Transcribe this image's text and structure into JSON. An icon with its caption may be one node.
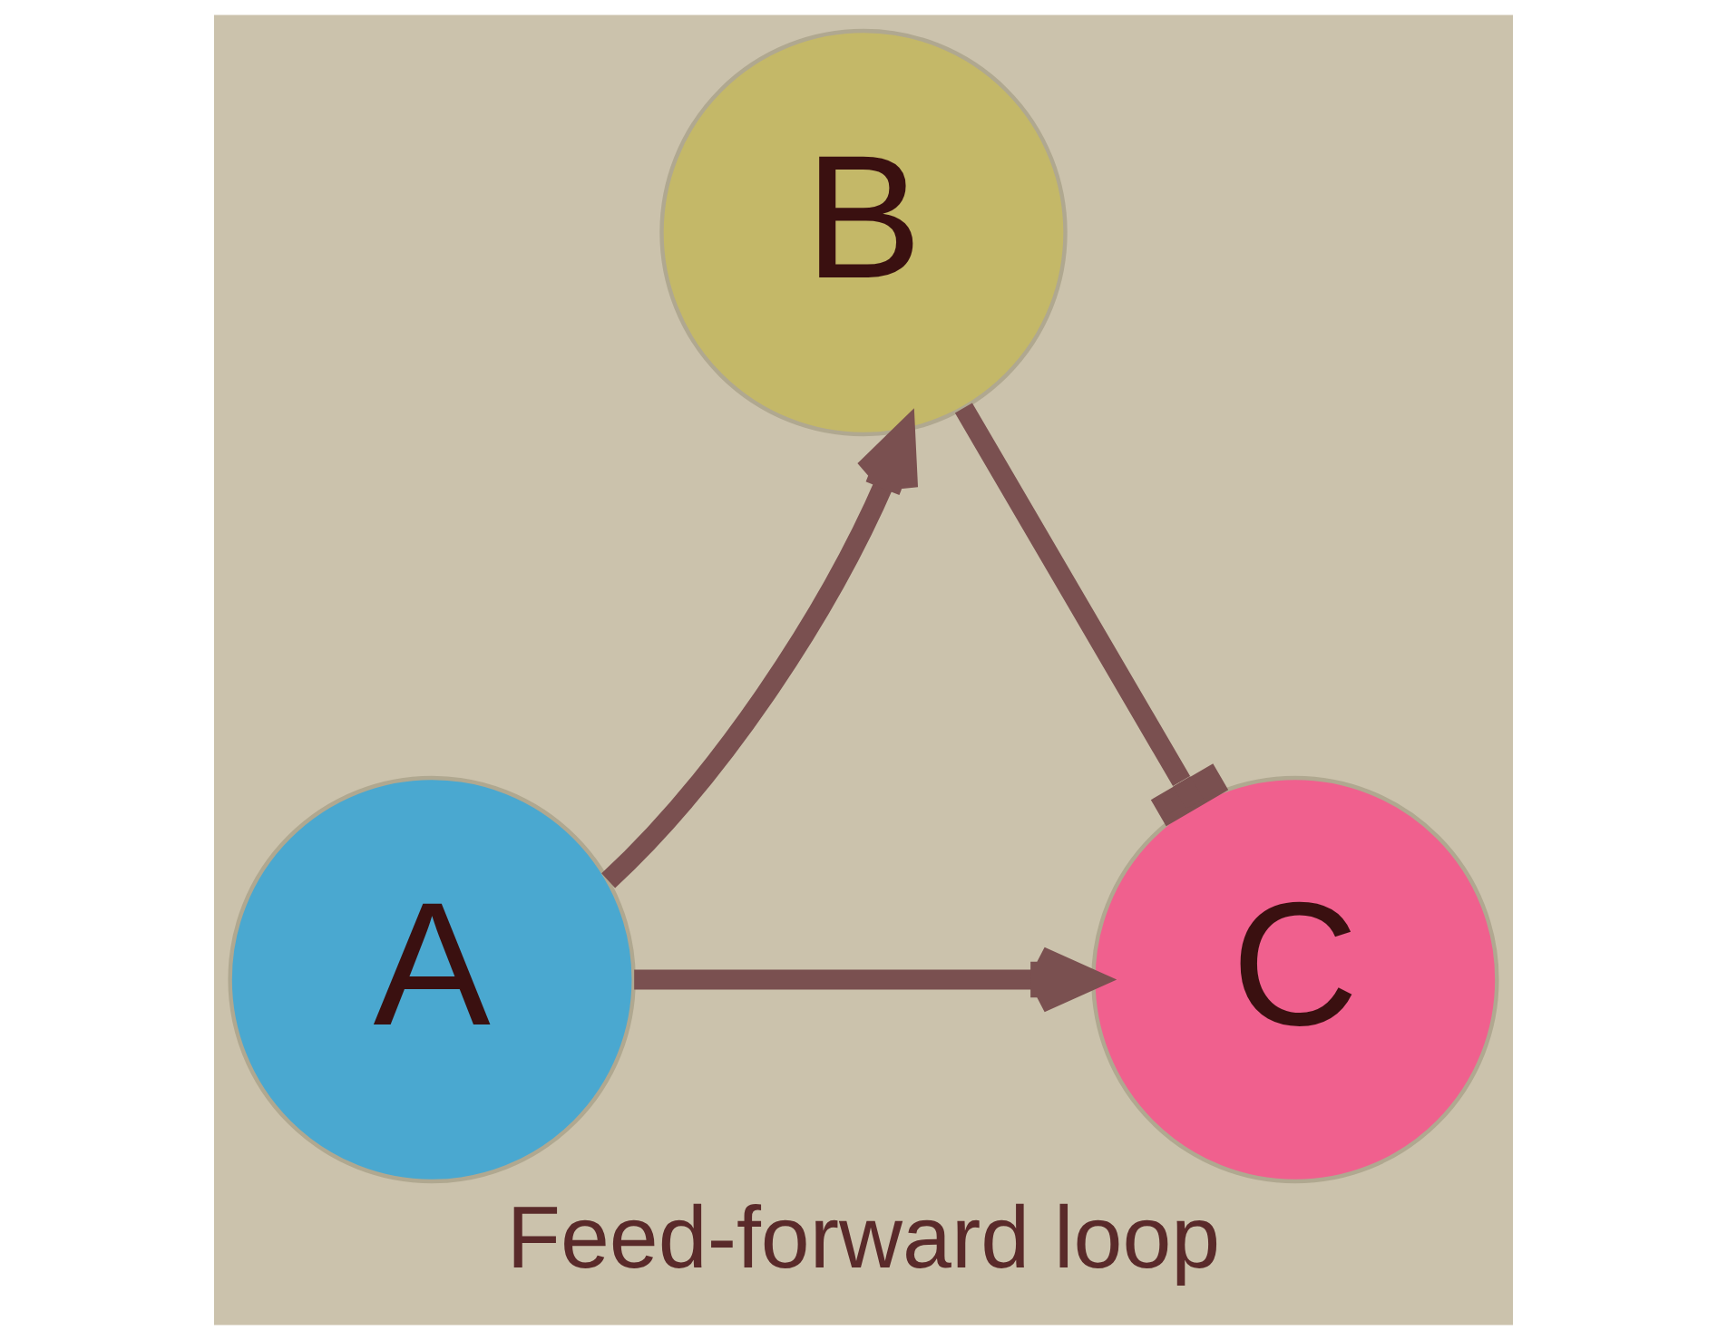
{
  "diagram": {
    "caption": "Feed-forward loop",
    "nodes": [
      {
        "text": [
          "B"
        ]
      },
      {
        "text": [
          "A"
        ]
      },
      {
        "text": [
          "C"
        ]
      }
    ],
    "edges": [
      {
        "from": 1,
        "to": 0,
        "arrow": "to"
      },
      {
        "from": 0,
        "to": 2,
        "arrow": "other"
      },
      {
        "from": 1,
        "to": 2,
        "arrow": "to"
      }
    ]
  }
}
